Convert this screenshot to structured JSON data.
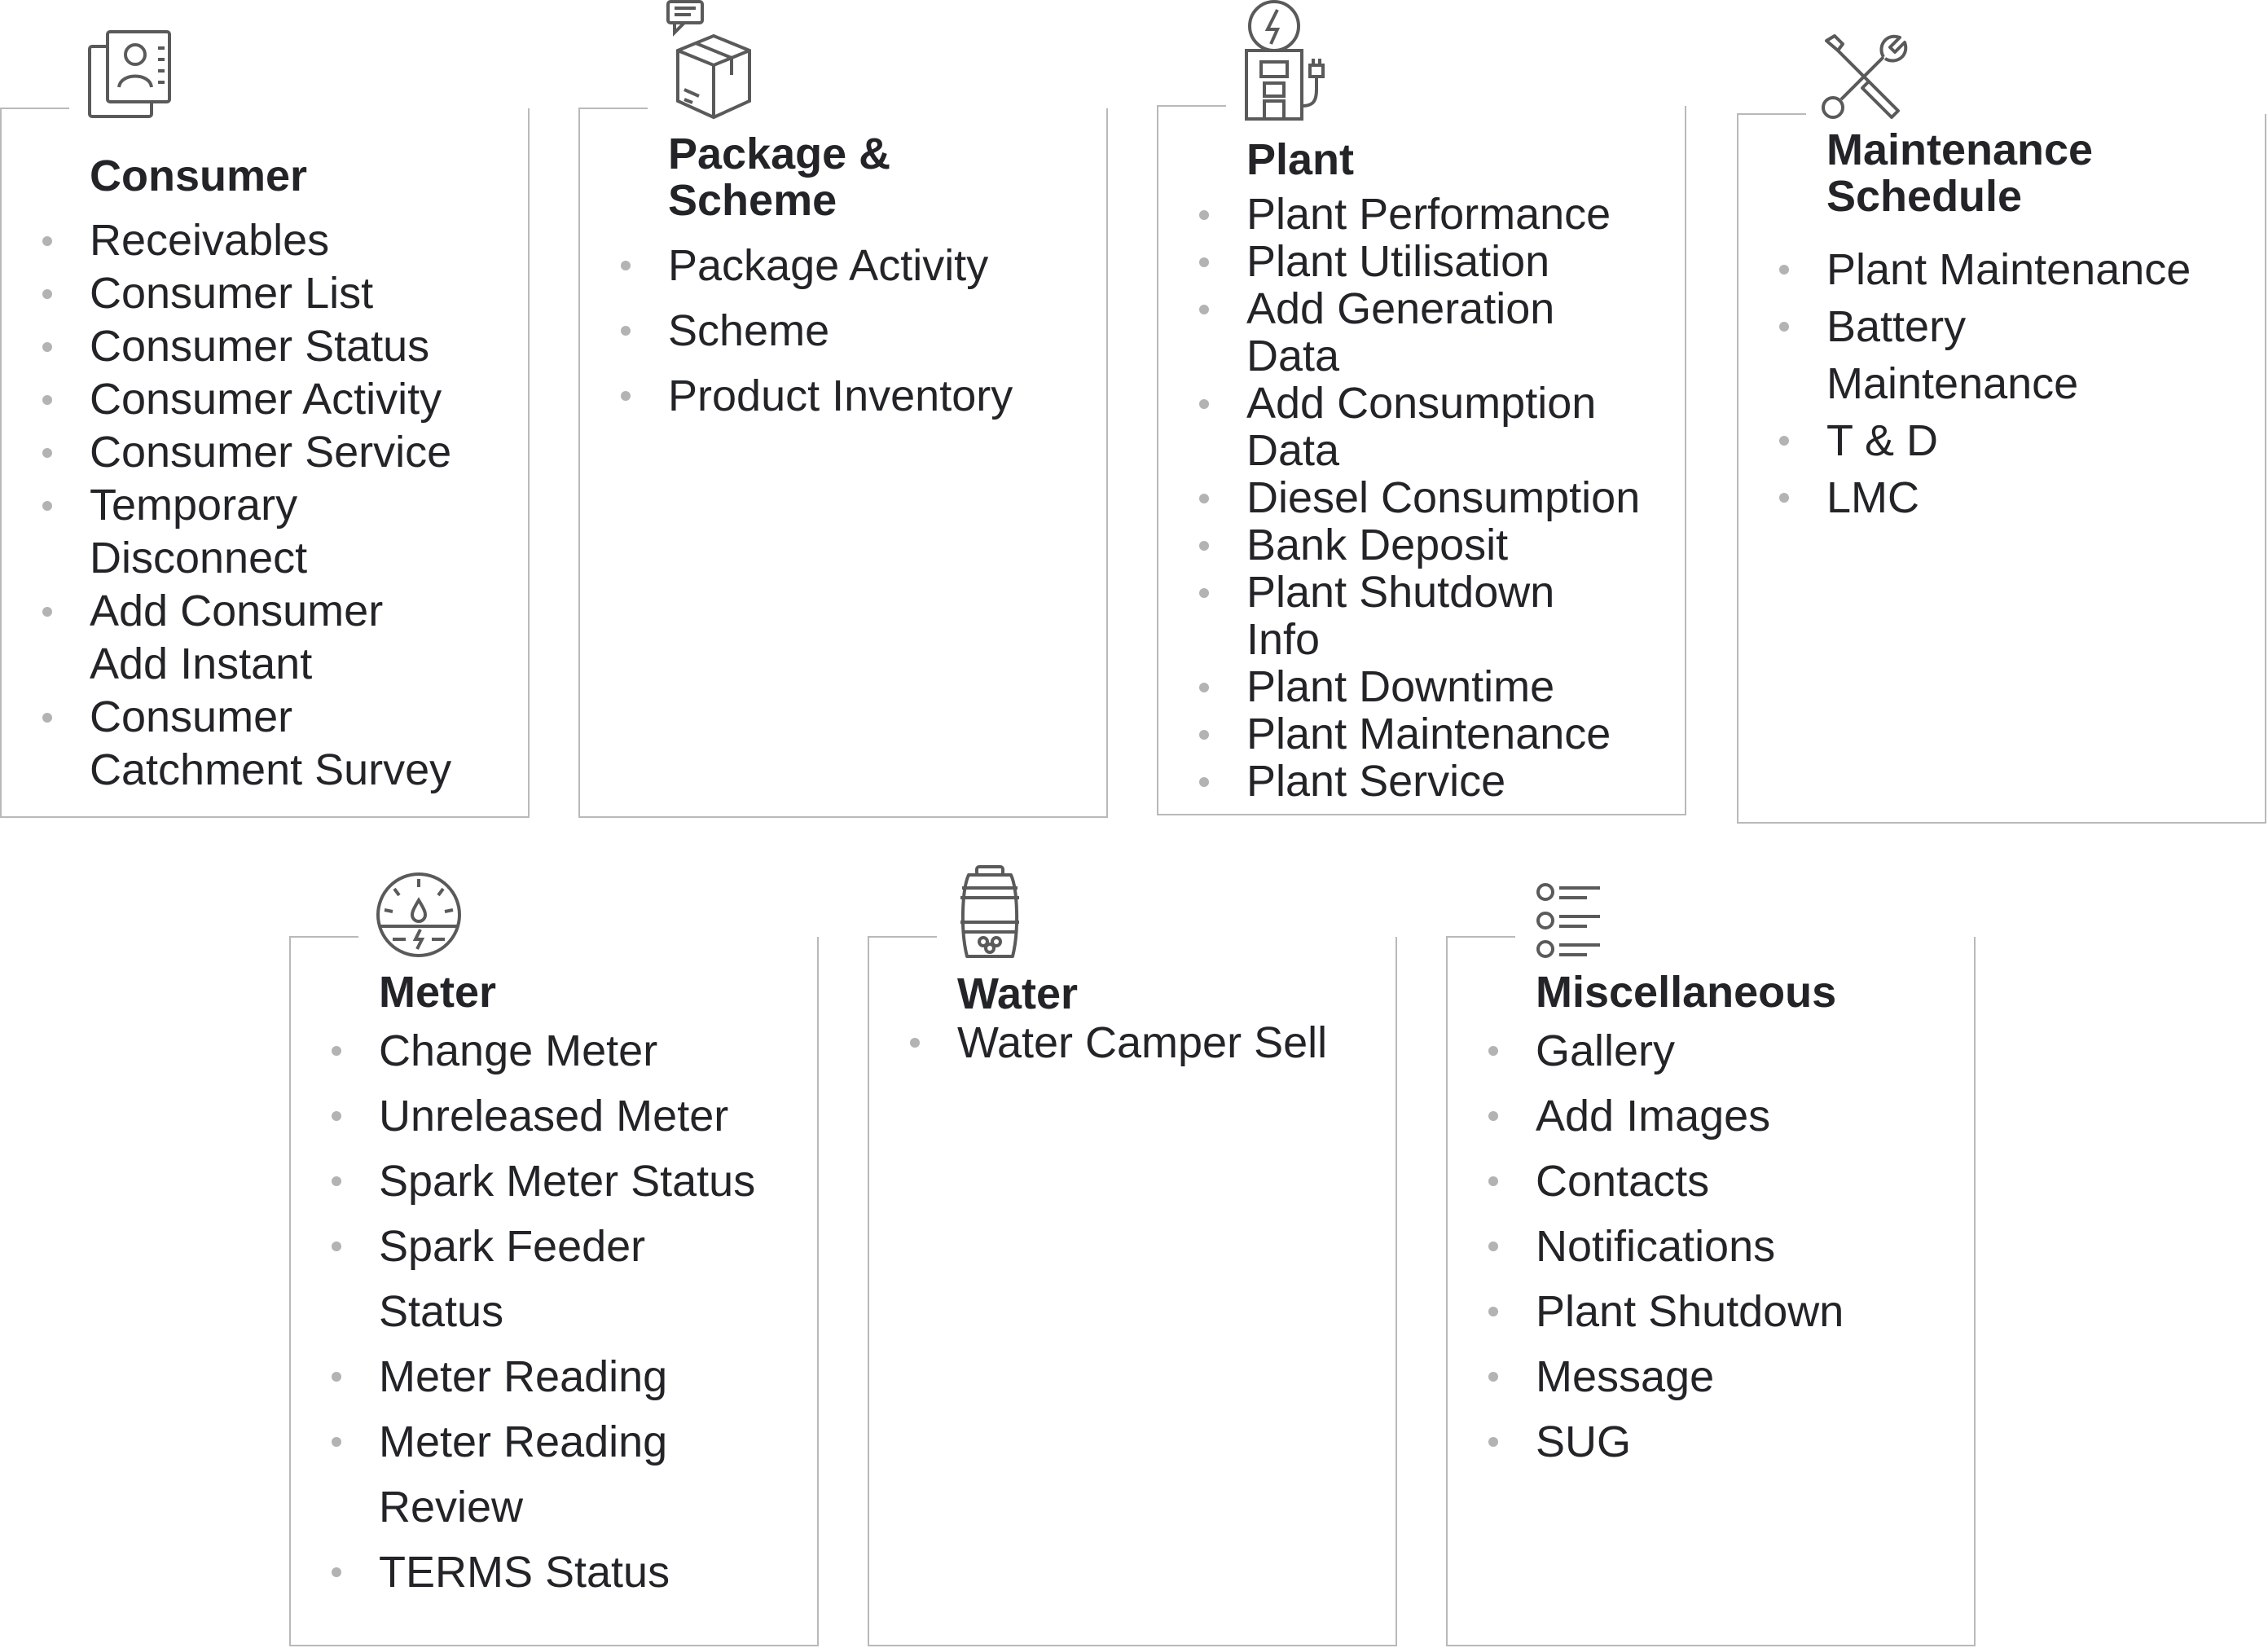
{
  "colors": {
    "frame": "#b9b9b9",
    "icon": "#5a5a5a",
    "bullet": "#b3b3b3",
    "text": "#222428"
  },
  "cards": [
    {
      "title": "Consumer",
      "icon": "contact-card-icon",
      "items": [
        "Receivables",
        "Consumer List",
        "Consumer Status",
        "Consumer Activity",
        "Consumer Service",
        "Temporary Disconnect",
        "Add Consumer Add Instant",
        "Consumer Catchment Survey"
      ]
    },
    {
      "title": "Package & Scheme",
      "icon": "package-box-icon",
      "items": [
        "Package Activity",
        "Scheme",
        "Product Inventory"
      ]
    },
    {
      "title": "Plant",
      "icon": "charging-station-icon",
      "items": [
        "Plant Performance",
        "Plant Utilisation",
        "Add Generation Data",
        "Add Consumption Data",
        "Diesel Consumption",
        "Bank Deposit",
        "Plant Shutdown Info",
        "Plant Downtime",
        "Plant Maintenance",
        "Plant Service"
      ]
    },
    {
      "title": "Maintenance Schedule",
      "icon": "tools-icon",
      "items": [
        "Plant Maintenance",
        "Battery Maintenance",
        "T & D",
        "LMC"
      ]
    },
    {
      "title": "Meter",
      "icon": "meter-gauge-icon",
      "items": [
        "Change Meter",
        "Unreleased Meter",
        "Spark Meter Status",
        "Spark Feeder Status",
        "Meter Reading",
        "Meter Reading Review",
        "TERMS Status"
      ]
    },
    {
      "title": "Water",
      "icon": "water-barrel-icon",
      "items": [
        "Water Camper Sell"
      ]
    },
    {
      "title": "Miscellaneous",
      "icon": "list-icon",
      "items": [
        "Gallery",
        "Add Images",
        "Contacts",
        "Notifications",
        "Plant Shutdown",
        "Message",
        "SUG"
      ]
    }
  ]
}
